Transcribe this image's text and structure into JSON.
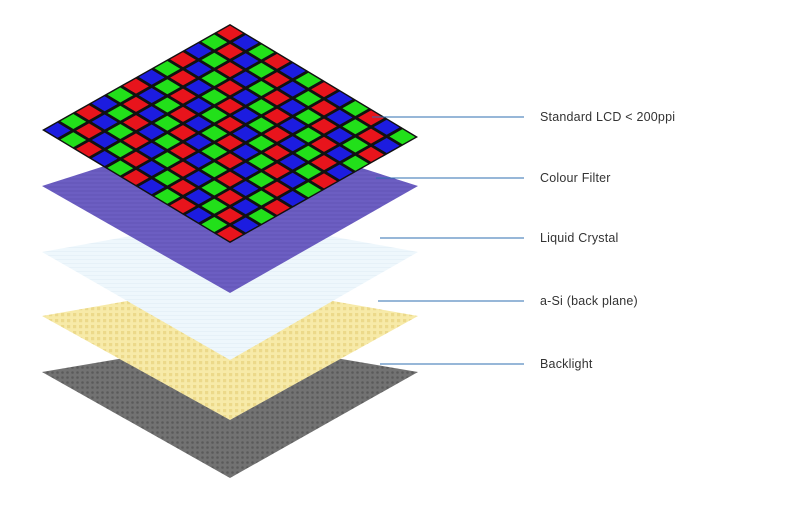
{
  "layers": [
    {
      "key": "rgb",
      "label": "Standard LCD < 200ppi"
    },
    {
      "key": "filter",
      "label": "Colour Filter"
    },
    {
      "key": "crystal",
      "label": "Liquid Crystal"
    },
    {
      "key": "asi",
      "label": "a-Si (back plane)"
    },
    {
      "key": "backlight",
      "label": "Backlight"
    }
  ],
  "colors": {
    "subpixel_red": "#e8141c",
    "subpixel_green": "#22e01a",
    "subpixel_blue": "#1c1ce0",
    "subpixel_border": "#111111",
    "colour_filter": "#6a5cc0",
    "liquid_crystal": "#eef7fc",
    "a_si": "#f6e8a6",
    "backlight": "#6e6e6e",
    "leader_line": "#2f6fb0",
    "label_text": "#333333"
  }
}
